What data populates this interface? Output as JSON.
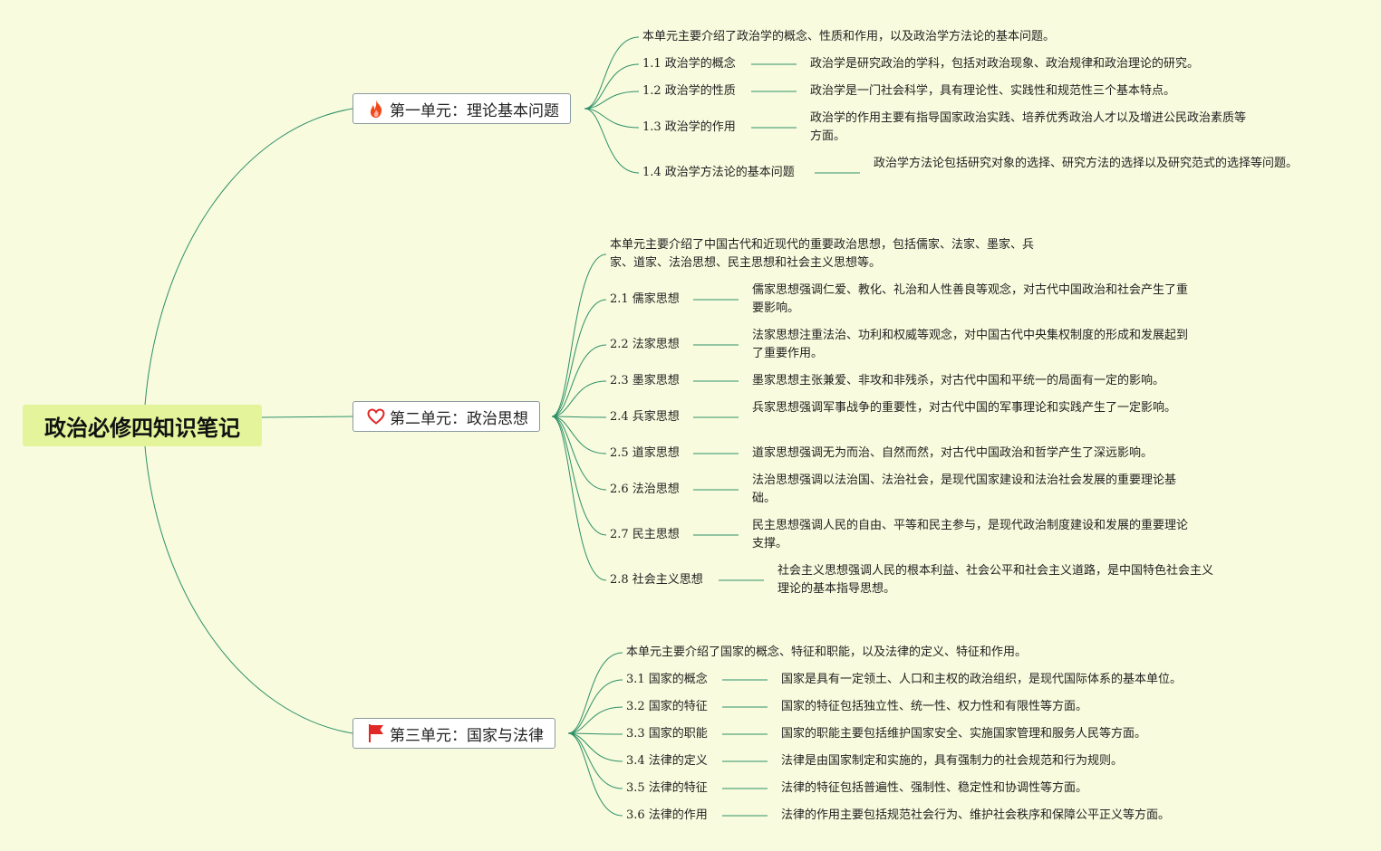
{
  "root": {
    "title": "政治必修四知识笔记"
  },
  "units": [
    {
      "title": "第一单元：理论基本问题",
      "icon": "fire-icon",
      "summary": "本单元主要介绍了政治学的概念、性质和作用，以及政治学方法论的基本问题。",
      "topics": [
        {
          "label": "1.1 政治学的概念",
          "desc": "政治学是研究政治的学科，包括对政治现象、政治规律和政治理论的研究。"
        },
        {
          "label": "1.2 政治学的性质",
          "desc": "政治学是一门社会科学，具有理论性、实践性和规范性三个基本特点。"
        },
        {
          "label": "1.3 政治学的作用",
          "desc": "政治学的作用主要有指导国家政治实践、培养优秀政治人才以及增进公民政治素质等方面。"
        },
        {
          "label": "1.4 政治学方法论的基本问题",
          "desc": "政治学方法论包括研究对象的选择、研究方法的选择以及研究范式的选择等问题。"
        }
      ]
    },
    {
      "title": "第二单元：政治思想",
      "icon": "heart-icon",
      "summary": "本单元主要介绍了中国古代和近现代的重要政治思想，包括儒家、法家、墨家、兵家、道家、法治思想、民主思想和社会主义思想等。",
      "topics": [
        {
          "label": "2.1 儒家思想",
          "desc": "儒家思想强调仁爱、教化、礼治和人性善良等观念，对古代中国政治和社会产生了重要影响。"
        },
        {
          "label": "2.2 法家思想",
          "desc": "法家思想注重法治、功利和权威等观念，对中国古代中央集权制度的形成和发展起到了重要作用。"
        },
        {
          "label": "2.3 墨家思想",
          "desc": "墨家思想主张兼爱、非攻和非残杀，对古代中国和平统一的局面有一定的影响。"
        },
        {
          "label": "2.4 兵家思想",
          "desc": "兵家思想强调军事战争的重要性，对古代中国的军事理论和实践产生了一定影响。"
        },
        {
          "label": "2.5 道家思想",
          "desc": "道家思想强调无为而治、自然而然，对古代中国政治和哲学产生了深远影响。"
        },
        {
          "label": "2.6 法治思想",
          "desc": "法治思想强调以法治国、法治社会，是现代国家建设和法治社会发展的重要理论基础。"
        },
        {
          "label": "2.7 民主思想",
          "desc": "民主思想强调人民的自由、平等和民主参与，是现代政治制度建设和发展的重要理论支撑。"
        },
        {
          "label": "2.8 社会主义思想",
          "desc": "社会主义思想强调人民的根本利益、社会公平和社会主义道路，是中国特色社会主义理论的基本指导思想。"
        }
      ]
    },
    {
      "title": "第三单元：国家与法律",
      "icon": "flag-icon",
      "summary": "本单元主要介绍了国家的概念、特征和职能，以及法律的定义、特征和作用。",
      "topics": [
        {
          "label": "3.1 国家的概念",
          "desc": "国家是具有一定领土、人口和主权的政治组织，是现代国际体系的基本单位。"
        },
        {
          "label": "3.2 国家的特征",
          "desc": "国家的特征包括独立性、统一性、权力性和有限性等方面。"
        },
        {
          "label": "3.3 国家的职能",
          "desc": "国家的职能主要包括维护国家安全、实施国家管理和服务人民等方面。"
        },
        {
          "label": "3.4 法律的定义",
          "desc": "法律是由国家制定和实施的，具有强制力的社会规范和行为规则。"
        },
        {
          "label": "3.5 法律的特征",
          "desc": "法律的特征包括普遍性、强制性、稳定性和协调性等方面。"
        },
        {
          "label": "3.6 法律的作用",
          "desc": "法律的作用主要包括规范社会行为、维护社会秩序和保障公平正义等方面。"
        }
      ]
    }
  ],
  "colors": {
    "line": "#2e9068",
    "background": "#f8fbdd",
    "root_fill": "#e3f49a",
    "fire": "#f04a1a",
    "heart": "#e02828",
    "flag": "#e02828"
  }
}
